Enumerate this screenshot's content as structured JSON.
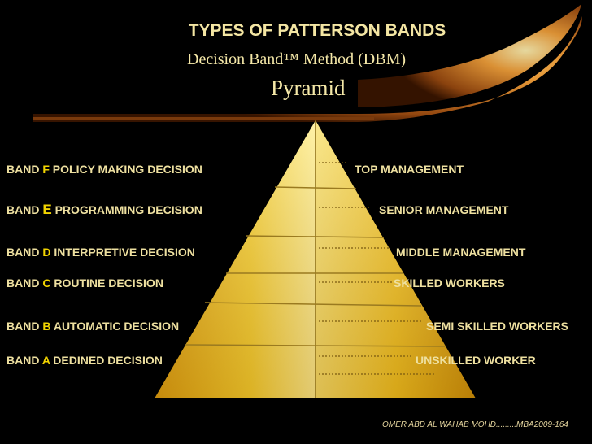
{
  "header": {
    "title": "TYPES OF PATTERSON BANDS",
    "subtitle": "Decision Band™ Method (DBM)",
    "diagram_title": "Pyramid"
  },
  "bands": [
    {
      "prefix": "BAND ",
      "letter": "F",
      "text": " POLICY MAKING DECISION",
      "level": "TOP MANAGEMENT"
    },
    {
      "prefix": "BAND ",
      "letter": "E",
      "text": " PROGRAMMING DECISION",
      "level": "SENIOR MANAGEMENT"
    },
    {
      "prefix": "BAND ",
      "letter": "D",
      "text": " INTERPRETIVE DECISION",
      "level": "MIDDLE MANAGEMENT"
    },
    {
      "prefix": "BAND ",
      "letter": "C",
      "text": " ROUTINE DECISION",
      "level": "SKILLED WORKERS"
    },
    {
      "prefix": "BAND ",
      "letter": "B",
      "text": " AUTOMATIC DECISION",
      "level": "SEMI SKILLED WORKERS"
    },
    {
      "prefix": "BAND ",
      "letter": "A",
      "text": " DEDINED DECISION",
      "level": "UNSKILLED WORKER"
    }
  ],
  "footer": {
    "credit": "OMER ABD AL WAHAB MOHD.........MBA2009-164"
  },
  "colors": {
    "background": "#000000",
    "band_letter": "#f2d400",
    "text": "#eee0a0",
    "pyramid": "#f0c020"
  }
}
